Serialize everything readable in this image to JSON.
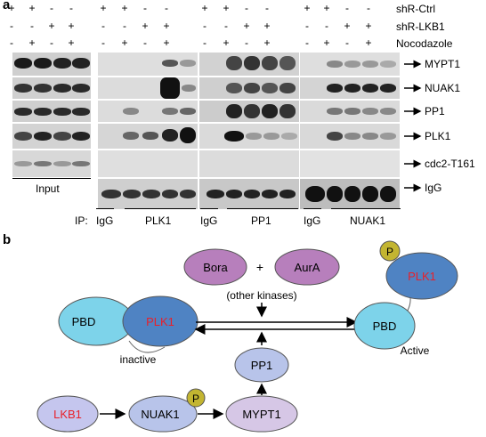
{
  "panel_a": {
    "letter": "a",
    "conditions": [
      {
        "name": "shR-Ctrl",
        "signs": [
          "+",
          "+",
          "-",
          "-",
          "+",
          "+",
          "-",
          "-",
          "+",
          "+",
          "-",
          "-",
          "+",
          "+",
          "-",
          "-"
        ]
      },
      {
        "name": "shR-LKB1",
        "signs": [
          "-",
          "-",
          "+",
          "+",
          "-",
          "-",
          "+",
          "+",
          "-",
          "-",
          "+",
          "+",
          "-",
          "-",
          "+",
          "+"
        ]
      },
      {
        "name": "Nocodazole",
        "signs": [
          "-",
          "+",
          "-",
          "+",
          "-",
          "+",
          "-",
          "+",
          "-",
          "+",
          "-",
          "+",
          "-",
          "+",
          "-",
          "+"
        ]
      }
    ],
    "row_labels": [
      "MYPT1",
      "NUAK1",
      "PP1",
      "PLK1",
      "cdc2-T161",
      "IgG"
    ],
    "input_label": "Input",
    "ip_prefix": "IP:",
    "ip_groups": [
      {
        "igg": "IgG",
        "target": "PLK1"
      },
      {
        "igg": "IgG",
        "target": "PP1"
      },
      {
        "igg": "IgG",
        "target": "NUAK1"
      }
    ]
  },
  "panel_b": {
    "letter": "b",
    "nodes": {
      "bora": "Bora",
      "plus": "+",
      "aura": "AurA",
      "other_kinases": "(other kinases)",
      "pbd_inactive": "PBD",
      "plk1_inactive": "PLK1",
      "inactive_label": "inactive",
      "p_active": "P",
      "plk1_active": "PLK1",
      "pbd_active": "PBD",
      "active_label": "Active",
      "pp1": "PP1",
      "lkb1": "LKB1",
      "nuak1": "NUAK1",
      "p_nuak1": "P",
      "mypt1": "MYPT1"
    },
    "colors": {
      "red_text": "#e8202a",
      "pbd_fill": "#7dd3ea",
      "plk1_fill": "#4f83c3",
      "bora_fill": "#b77fbc",
      "pp1_fill": "#b8c4ea",
      "lkb1_fill": "#c5c6ee",
      "mypt1_fill": "#d6c7e6",
      "phospho_fill": "#c3b531"
    }
  }
}
